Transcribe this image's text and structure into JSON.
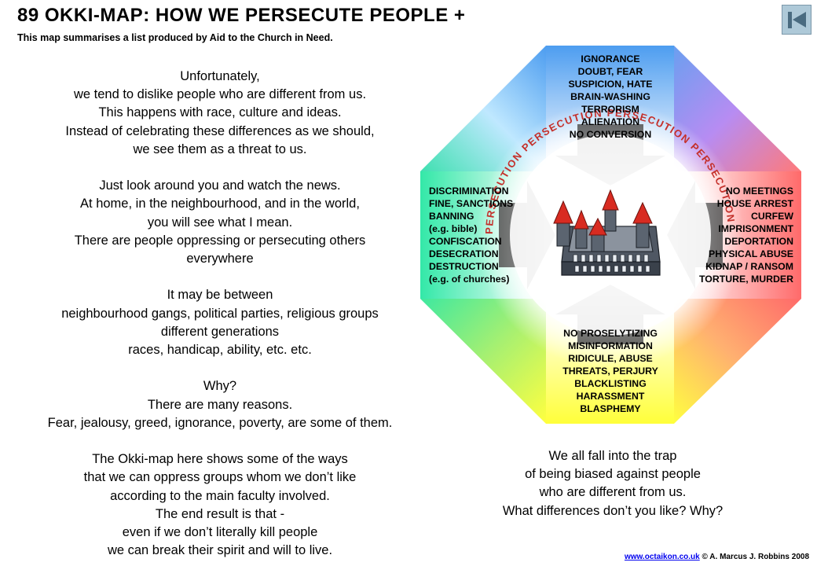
{
  "header": {
    "title": "89 OKKI-MAP: HOW WE PERSECUTE PEOPLE +",
    "subtitle": "This map summarises a list produced by Aid to the Church in Need."
  },
  "nav": {
    "back_icon": "skip-back-icon"
  },
  "left_text": {
    "paragraphs": [
      [
        "Unfortunately,",
        "we tend to dislike people who are different from us.",
        "This happens with race, culture and ideas.",
        "Instead of celebrating these differences as we should,",
        "we see them as a threat to us."
      ],
      [
        "Just look around you and watch the news.",
        "At home, in the neighbourhood, and in the world,",
        "you will see what I mean.",
        "There are people oppressing or persecuting others",
        "everywhere"
      ],
      [
        "It may be between",
        "neighbourhood gangs, political parties, religious groups",
        "different generations",
        "races, handicap, ability, etc. etc."
      ],
      [
        "Why?",
        "There are many reasons.",
        "Fear, jealousy, greed, ignorance, poverty, are some of them."
      ],
      [
        "The Okki-map here shows some of the ways",
        "that we can oppress groups whom we don’t like",
        "according to the main faculty involved.",
        "The end result is that -",
        "even if we don’t literally kill people",
        "we can break their spirit and will to live."
      ]
    ]
  },
  "diagram": {
    "ring_word": "PERSECUTION",
    "ring_text": "PERSECUTION  PERSECUTION  PERSECUTION  PERSECUTION",
    "center_icon": "castle-icon",
    "colors": {
      "blue": "#4d9df0",
      "green": "#33e8a8",
      "red": "#ff6a6a",
      "yellow": "#ffff3a",
      "purple": "#b78cf2",
      "arrow": "#868686",
      "ring_text": "#c4302b"
    },
    "top": [
      "IGNORANCE",
      "DOUBT,  FEAR",
      "SUSPICION,  HATE",
      "BRAIN-WASHING",
      "TERRORISM",
      "ALIENATION",
      "NO CONVERSION"
    ],
    "left": [
      "DISCRIMINATION",
      "FINE, SANCTIONS",
      "BANNING",
      "(e.g. bible)",
      "CONFISCATION",
      "DESECRATION",
      "DESTRUCTION",
      "(e.g. of churches)"
    ],
    "right": [
      "NO MEETINGS",
      "HOUSE ARREST",
      "CURFEW",
      "IMPRISONMENT",
      "DEPORTATION",
      "PHYSICAL  ABUSE",
      "KIDNAP / RANSOM",
      "TORTURE,  MURDER"
    ],
    "bottom": [
      "NO PROSELYTIZING",
      "MISINFORMATION",
      "RIDICULE,  ABUSE",
      "THREATS,  PERJURY",
      "BLACKLISTING",
      "HARASSMENT",
      "BLASPHEMY"
    ]
  },
  "right_text": [
    "We all fall into the trap",
    "of being biased against people",
    "who are different from us.",
    "What differences don’t you like?  Why?"
  ],
  "footer": {
    "link": "www.octaikon.co.uk",
    "copyright": "© A. Marcus J. Robbins 2008"
  }
}
